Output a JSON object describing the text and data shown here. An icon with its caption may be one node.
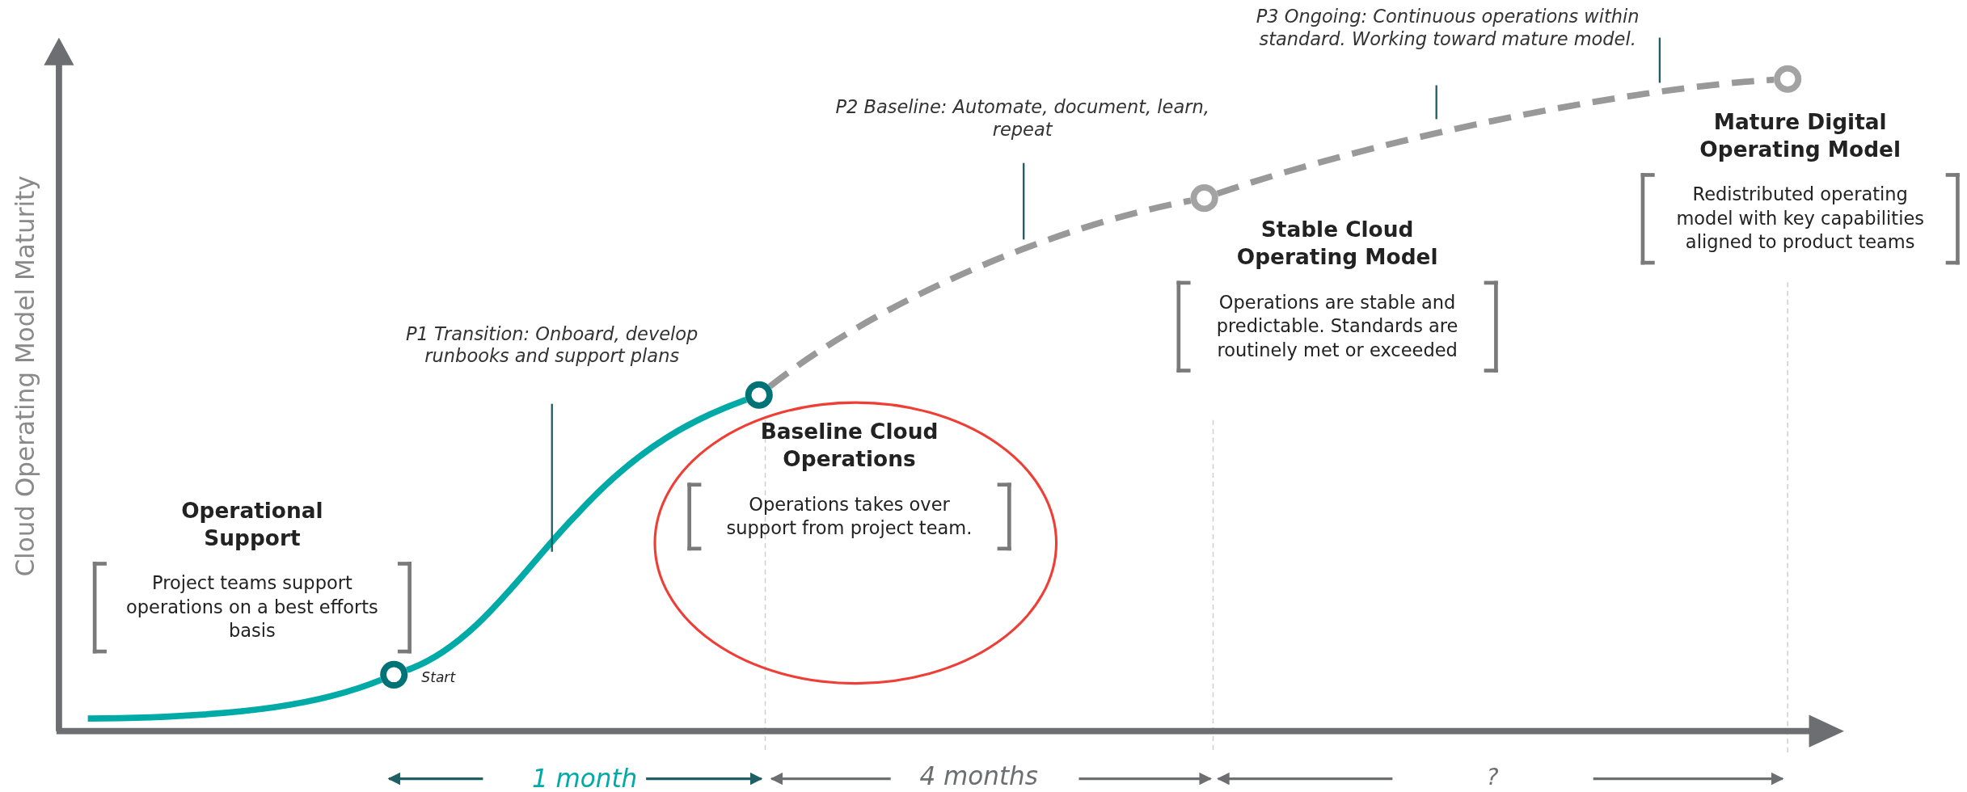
{
  "diagram": {
    "nodes": [
      {
        "text": [
          "Operational Support",
          "Project teams support operations on a best efforts basis"
        ]
      },
      {
        "text": [],
        "shape": "circle",
        "beside": [
          "Start"
        ]
      },
      {
        "text": [
          "P1 Transition: Onboard, develop runbooks and support plans"
        ]
      },
      {
        "text": [],
        "shape": "circle"
      },
      {
        "text": [
          "Baseline Cloud Operations",
          "Operations takes over support from project team."
        ]
      },
      {
        "text": [
          "P2 Baseline: Automate, document, learn, repeat"
        ]
      },
      {
        "text": [],
        "shape": "circle"
      },
      {
        "text": [
          "Stable Cloud Operating Model",
          "Operations are stable and predictable.  Standards are routinely met or exceeded"
        ]
      },
      {
        "text": [
          "P3 Ongoing: Continuous operations within standard. Working toward mature model."
        ]
      },
      {
        "text": [],
        "shape": "circle"
      },
      {
        "text": [
          "Mature Digital Operating Model",
          "Redistributed operating model with key capabilities aligned to product teams"
        ]
      }
    ],
    "edges": [
      {
        "from": null,
        "to": 1,
        "arrow": "none",
        "style": "thick",
        "color": "#00aaa6"
      },
      {
        "from": 1,
        "to": 3,
        "arrow": "none",
        "style": "thick",
        "color": "#00aaa6"
      },
      {
        "from": 3,
        "to": 6,
        "arrow": "none",
        "style": "dashed",
        "color": "#999999"
      },
      {
        "from": 6,
        "to": 9,
        "arrow": "none",
        "style": "dashed",
        "color": "#999999"
      },
      {
        "from": 2,
        "to": null,
        "arrow": "none",
        "color": "#1f5f63"
      },
      {
        "from": 5,
        "to": null,
        "arrow": "none",
        "color": "#1f5f63"
      },
      {
        "from": 8,
        "to": null,
        "arrow": "none",
        "color": "#1f5f63"
      },
      {
        "from": 8,
        "to": null,
        "arrow": "none",
        "color": "#1f5f63"
      }
    ],
    "labels": [
      "Cloud Operating Model Maturity",
      "1 month",
      "4 months",
      "?"
    ]
  }
}
